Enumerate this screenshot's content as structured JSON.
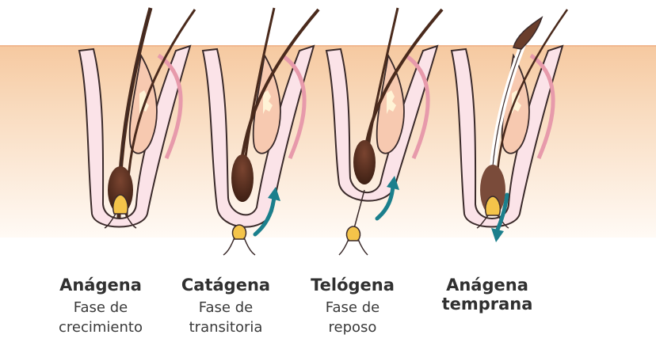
{
  "stages": [
    {
      "name": "Anágena",
      "description_line1": "Fase de",
      "description_line2": "crecimiento"
    },
    {
      "name": "Catágena",
      "description_line1": "Fase de",
      "description_line2": "transitoria"
    },
    {
      "name": "Telógena",
      "description_line1": "Fase de",
      "description_line2": "reposo"
    },
    {
      "name_line1": "Anágena",
      "name_line2": "temprana"
    }
  ],
  "colors": {
    "skin_top": "#f5cfa8",
    "skin_bottom": "#fdf1e6",
    "follicle_outline": "#3a2a2a",
    "follicle_fill": "#fbe7ea",
    "inner_sheath": "#f0b3bf",
    "hair": "#4a2a1c",
    "bulb": "#5a2e1e",
    "papilla": "#f4c44a",
    "gland": "#f7c9b0",
    "gland_spots": "#fff5dc",
    "arrow": "#1b7f8c"
  },
  "icons": [
    "arrow-up-icon",
    "arrow-up-icon",
    "arrow-down-icon"
  ]
}
